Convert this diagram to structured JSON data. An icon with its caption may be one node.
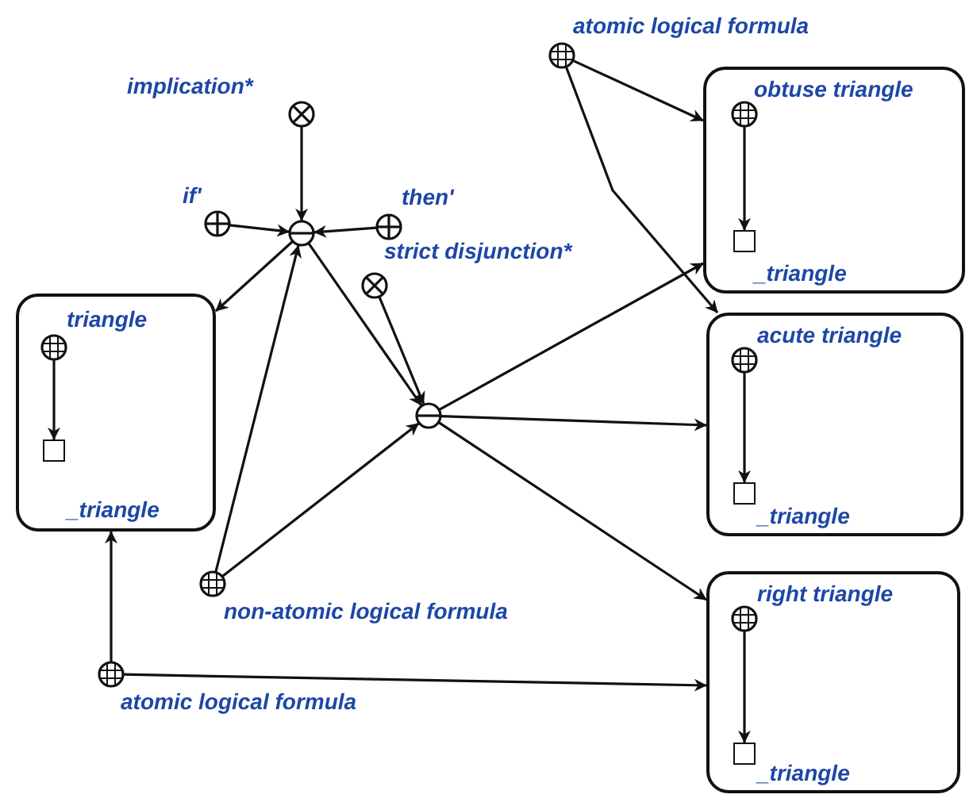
{
  "diagram": {
    "nodes": [
      {
        "text": [],
        "shape": "circle",
        "beside": [
          "atomic logical formula"
        ]
      },
      {
        "text": [
          "obtuse triangle",
          "_triangle"
        ]
      },
      {
        "text": [],
        "shape": "circle",
        "in": 1
      },
      {
        "text": [],
        "shape": "box",
        "in": 1
      },
      {
        "text": [],
        "shape": "circle",
        "beside": [
          "implication*"
        ]
      },
      {
        "text": [],
        "shape": "circle",
        "beside": [
          "if'"
        ]
      },
      {
        "text": [],
        "shape": "circle"
      },
      {
        "text": [],
        "shape": "circle",
        "beside": [
          "then'"
        ]
      },
      {
        "text": [],
        "shape": "circle",
        "beside": [
          "strict disjunction*"
        ]
      },
      {
        "text": [
          "triangle",
          "_triangle"
        ]
      },
      {
        "text": [],
        "shape": "circle",
        "in": 9
      },
      {
        "text": [],
        "shape": "box",
        "in": 9
      },
      {
        "text": [
          "acute triangle",
          "_triangle"
        ]
      },
      {
        "text": [],
        "shape": "circle",
        "in": 12
      },
      {
        "text": [],
        "shape": "box",
        "in": 12
      },
      {
        "text": [],
        "shape": "circle"
      },
      {
        "text": [],
        "shape": "circle",
        "beside": [
          "non-atomic logical formula"
        ]
      },
      {
        "text": [
          "right triangle",
          "_triangle"
        ]
      },
      {
        "text": [],
        "shape": "circle",
        "in": 17
      },
      {
        "text": [],
        "shape": "box",
        "in": 17
      },
      {
        "text": [],
        "shape": "circle",
        "beside": [
          "atomic logical formula"
        ]
      }
    ],
    "edges": [
      {
        "from": 4,
        "to": 6,
        "arrow": "to"
      },
      {
        "from": 5,
        "to": 6,
        "arrow": "to"
      },
      {
        "from": 7,
        "to": 6,
        "arrow": "to"
      },
      {
        "from": 6,
        "to": 9,
        "arrow": "to"
      },
      {
        "from": 6,
        "to": 15,
        "arrow": "to"
      },
      {
        "from": 8,
        "to": 15,
        "arrow": "to"
      },
      {
        "from": 16,
        "to": 6,
        "arrow": "to"
      },
      {
        "from": 16,
        "to": 15,
        "arrow": "to"
      },
      {
        "from": 15,
        "to": 1,
        "arrow": "to"
      },
      {
        "from": 15,
        "to": 12,
        "arrow": "to"
      },
      {
        "from": 15,
        "to": 17,
        "arrow": "to"
      },
      {
        "from": 0,
        "to": 1,
        "arrow": "to"
      },
      {
        "from": 0,
        "to": 12,
        "arrow": "to"
      },
      {
        "from": 20,
        "to": 9,
        "arrow": "to"
      },
      {
        "from": 20,
        "to": 17,
        "arrow": "to"
      },
      {
        "from": 2,
        "to": 3,
        "arrow": "to"
      },
      {
        "from": 10,
        "to": 11,
        "arrow": "to"
      },
      {
        "from": 13,
        "to": 14,
        "arrow": "to"
      },
      {
        "from": 18,
        "to": 19,
        "arrow": "to"
      }
    ]
  }
}
